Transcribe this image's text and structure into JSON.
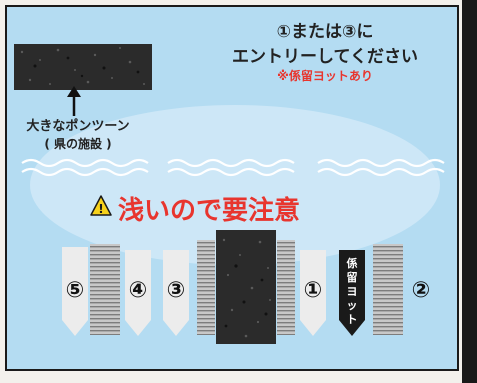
{
  "colors": {
    "water": "#b4dcf2",
    "shallow": "#cde7f7",
    "border_frame": "#1a1a1a",
    "pontoon": "#2b2b2b",
    "warning_red": "#e8352e",
    "warning_yellow": "#f7d21b",
    "dock": "#9e9e9e",
    "slot": "#ececec"
  },
  "entry": {
    "line1": "①または③に",
    "line2": "エントリーしてください",
    "note": "※係留ヨットあり"
  },
  "pontoon_label": {
    "line1": "大きなポンツーン",
    "line2": "( 県の施設 )"
  },
  "warning": {
    "icon": "warning-triangle-icon",
    "icon_glyph": "!",
    "text": "浅いので要注意"
  },
  "slots": {
    "s5": "⑤",
    "s4": "④",
    "s3": "③",
    "s1": "①",
    "s2": "②"
  },
  "moored_yacht": {
    "label": "係留ヨット",
    "chars": [
      "係",
      "留",
      "ヨ",
      "ッ",
      "ト"
    ]
  }
}
